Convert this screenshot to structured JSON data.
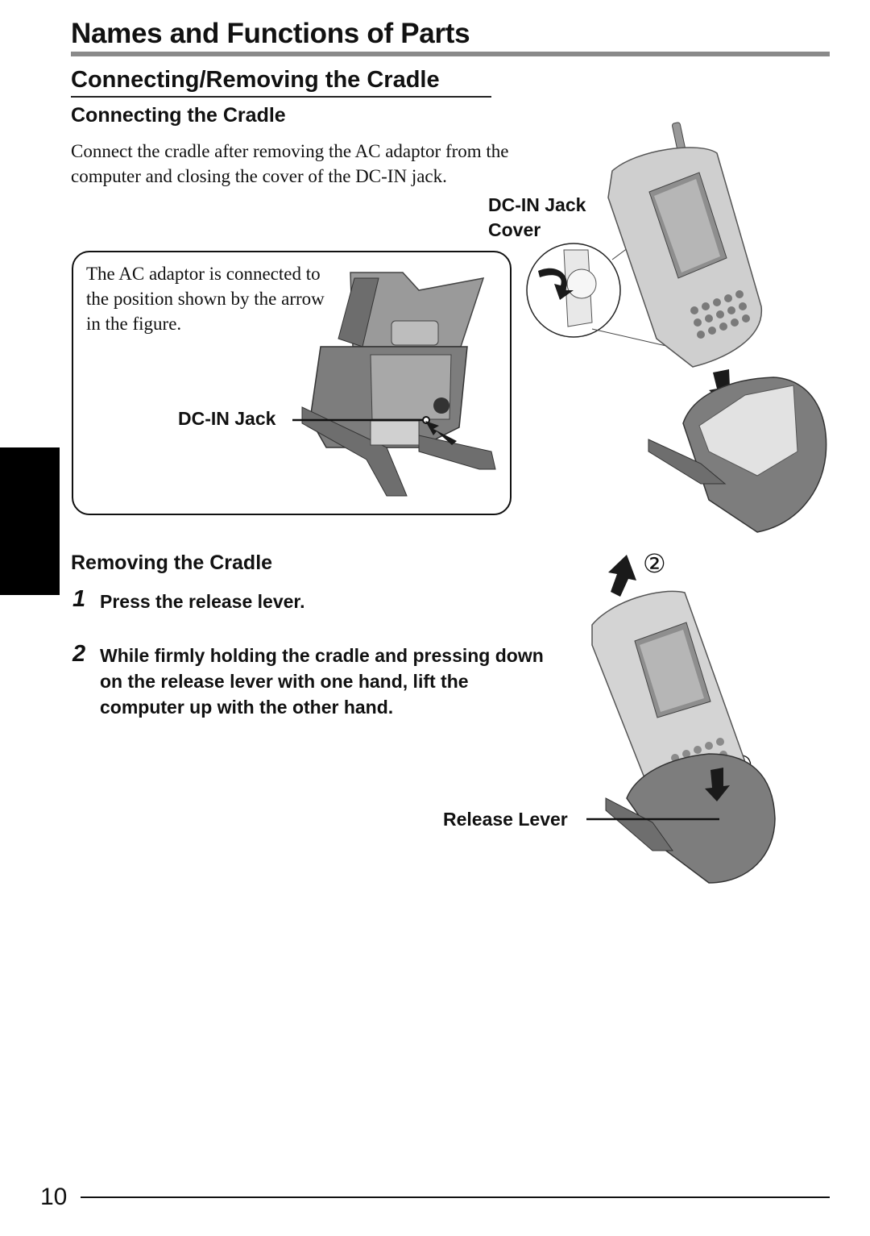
{
  "page": {
    "title": "Names and Functions of Parts",
    "section_title": "Connecting/Removing the Cradle",
    "page_number": "10"
  },
  "connecting": {
    "heading": "Connecting the Cradle",
    "body": "Connect the cradle after removing the AC adaptor from the computer and closing the cover of the DC-IN jack.",
    "note": "The AC adaptor is connected to the position shown by the arrow in the figure.",
    "label_dcin_jack": "DC-IN Jack",
    "label_dcin_cover_line1": "DC-IN Jack",
    "label_dcin_cover_line2": "Cover"
  },
  "removing": {
    "heading": "Removing the Cradle",
    "steps": [
      {
        "num": "1",
        "text": "Press the release lever."
      },
      {
        "num": "2",
        "text": "While firmly holding the cradle and pressing down on the release lever with one hand, lift the computer up with the other hand."
      }
    ],
    "label_release_lever": "Release Lever",
    "marker_1": "①",
    "marker_2": "②"
  },
  "colors": {
    "cradle": "#7d7d7d",
    "cradle_dark": "#5e5e5e",
    "device": "#cfcfcf",
    "device_dark": "#9a9a9a",
    "arrow": "#1a1a1a"
  }
}
